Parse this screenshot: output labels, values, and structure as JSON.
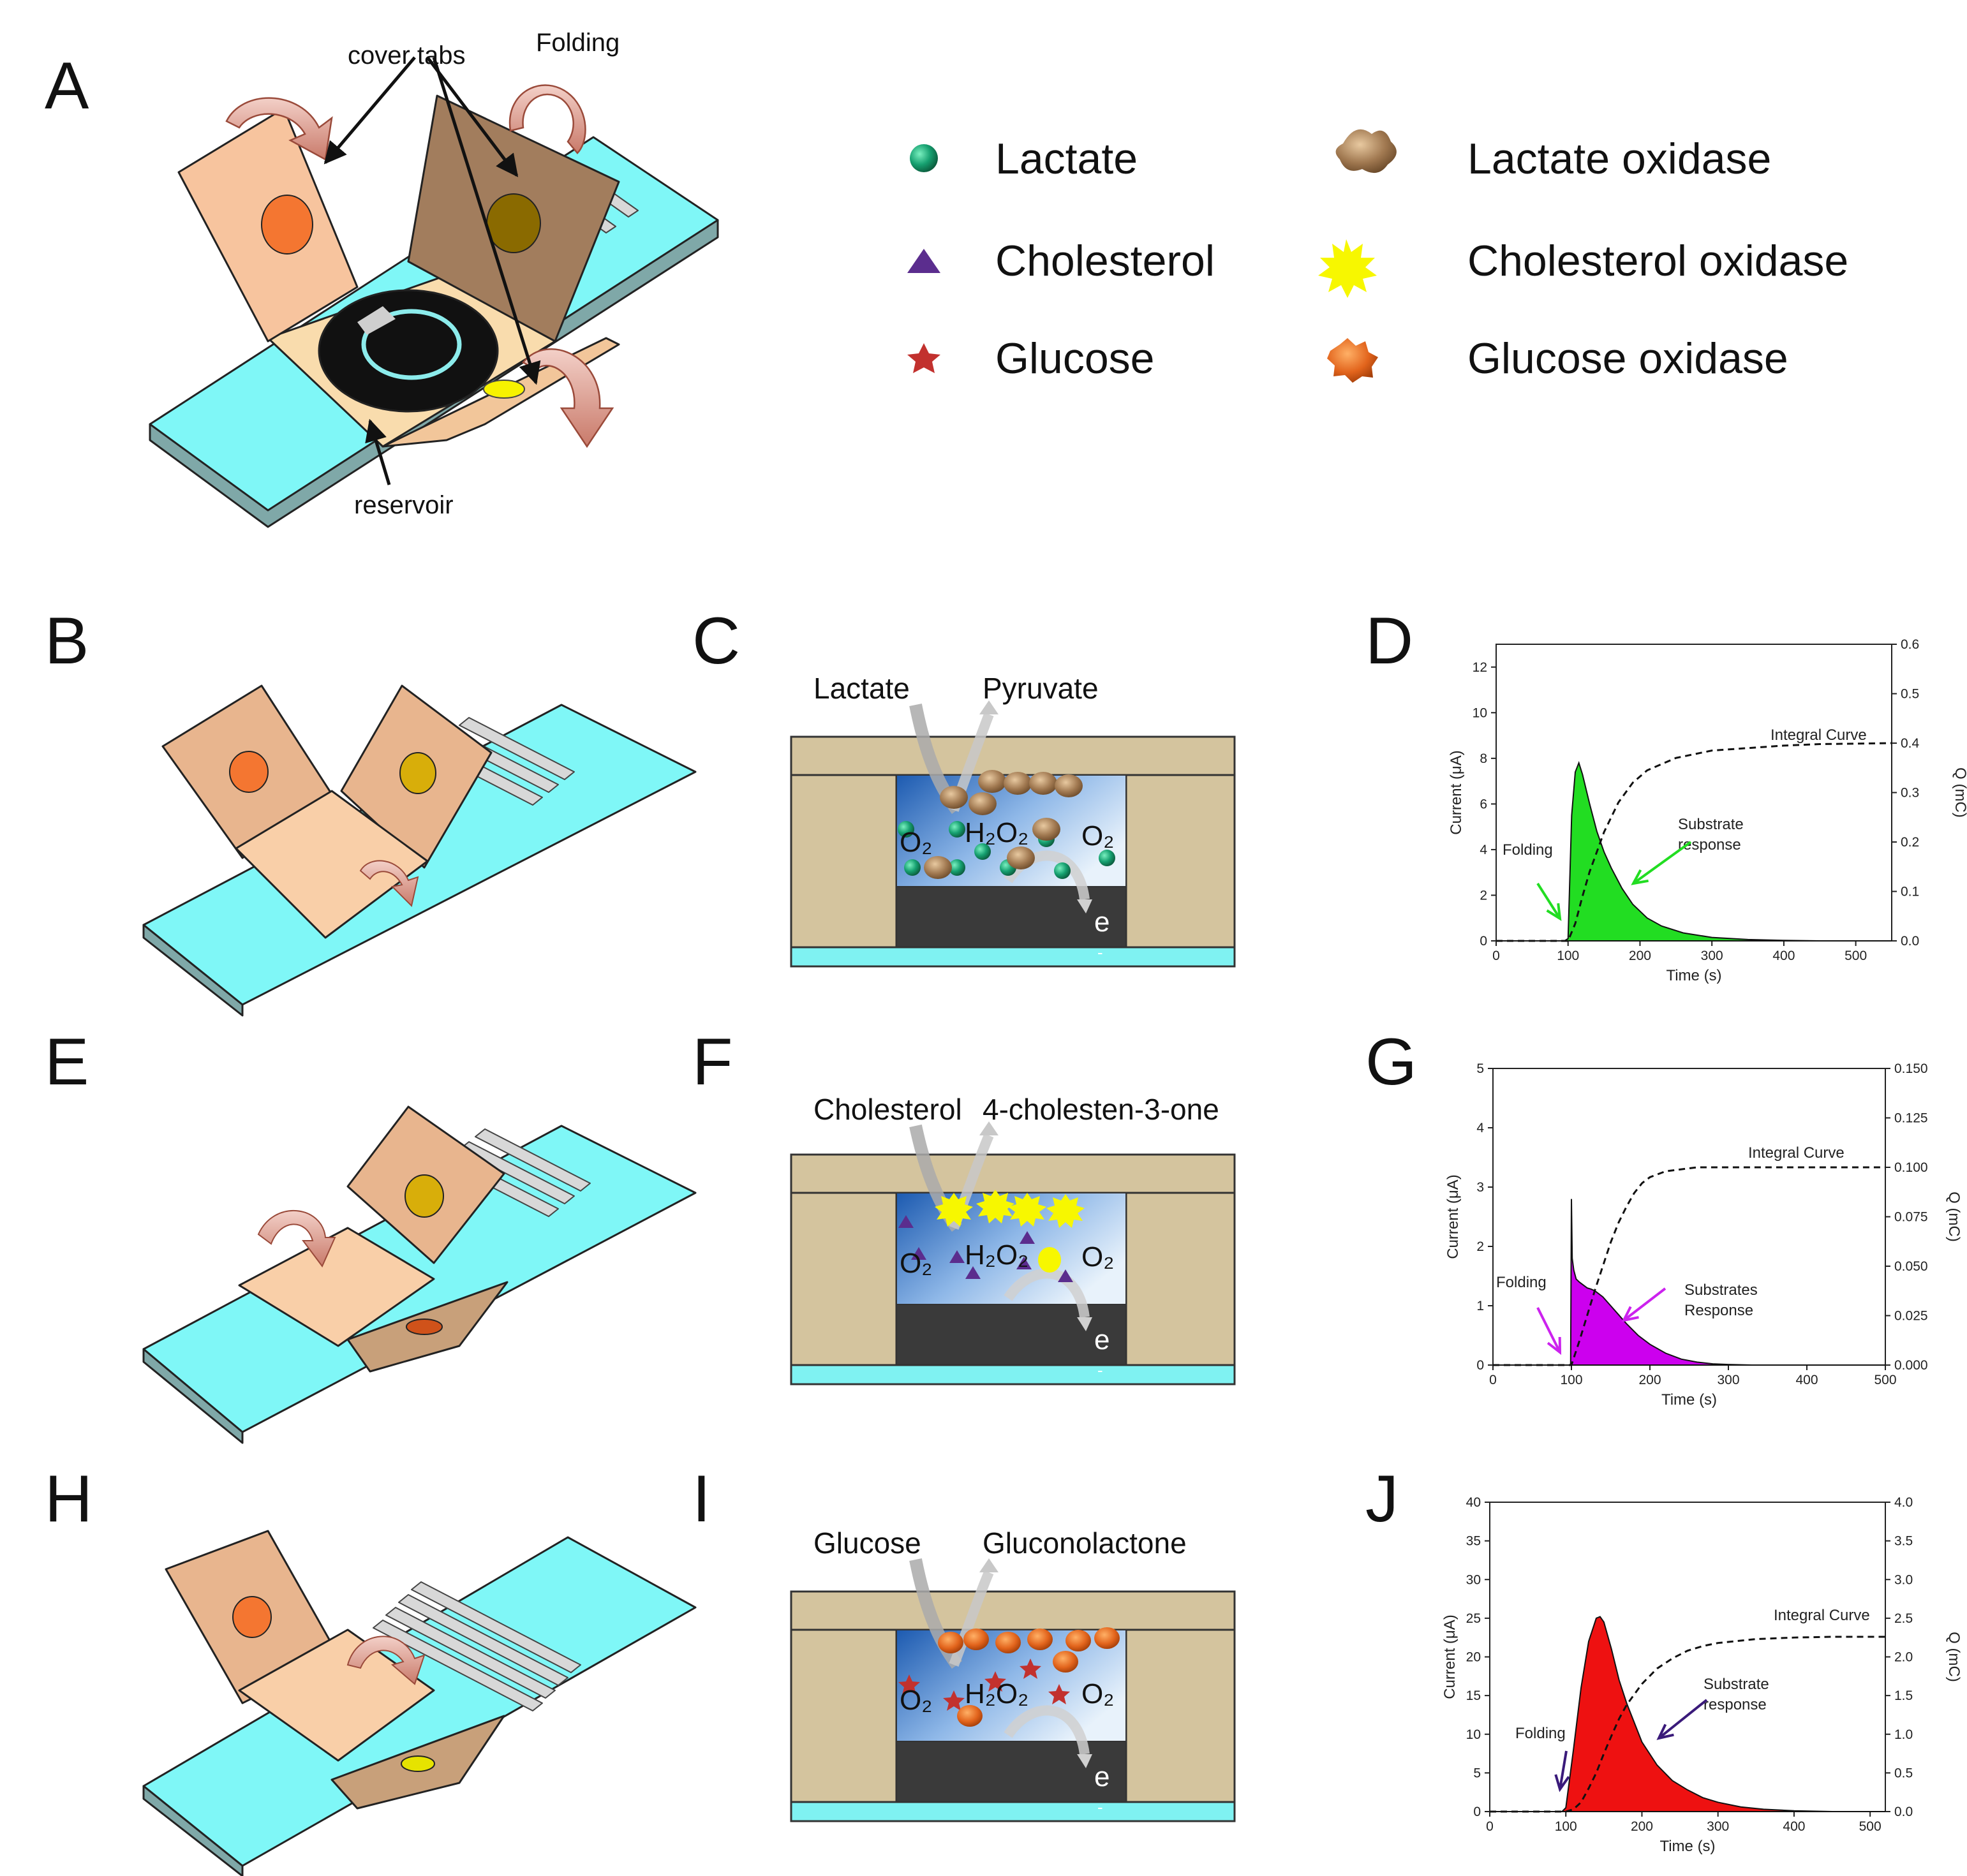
{
  "panel_labels": [
    "A",
    "B",
    "C",
    "D",
    "E",
    "F",
    "G",
    "H",
    "I",
    "J"
  ],
  "device_callouts": {
    "cover_tabs": "cover  tabs",
    "folding": "Folding",
    "reservoir": "reservoir"
  },
  "legend": [
    {
      "label": "Lactate",
      "icon": "green-sphere-icon",
      "color": "#1a9a6a"
    },
    {
      "label": "Cholesterol",
      "icon": "purple-triangle-icon",
      "color": "#5b2d8e"
    },
    {
      "label": "Glucose",
      "icon": "red-star-icon",
      "color": "#c2312e"
    },
    {
      "label": "Lactate oxidase",
      "icon": "brown-blob-icon",
      "color": "#a07850"
    },
    {
      "label": "Cholesterol oxidase",
      "icon": "yellow-burst-icon",
      "color": "#f7f700"
    },
    {
      "label": "Glucose oxidase",
      "icon": "orange-blob-icon",
      "color": "#e2641c"
    }
  ],
  "reactions": [
    {
      "substrate": "Lactate",
      "product": "Pyruvate",
      "o2_left": "O₂",
      "h2o2": "H₂O₂",
      "o2_right": "O₂",
      "electron": "e",
      "electron_sup": "-"
    },
    {
      "substrate": "Cholesterol",
      "product": "4-cholesten-3-one",
      "o2_left": "O₂",
      "h2o2": "H₂O₂",
      "o2_right": "O₂",
      "electron": "e",
      "electron_sup": "-"
    },
    {
      "substrate": "Glucose",
      "product": "Gluconolactone",
      "o2_left": "O₂",
      "h2o2": "H₂O₂",
      "o2_right": "O₂",
      "electron": "e",
      "electron_sup": "-"
    }
  ],
  "chart_data": [
    {
      "type": "area",
      "panel": "D",
      "xlabel": "Time (s)",
      "ylabel": "Current (μA)",
      "y2label": "Q (mC)",
      "xlim": [
        0,
        550
      ],
      "ylim": [
        0,
        13
      ],
      "y2lim": [
        0,
        0.6
      ],
      "xticks": [
        "0",
        "100",
        "200",
        "300",
        "400",
        "500"
      ],
      "yticks": [
        "0",
        "2",
        "4",
        "6",
        "8",
        "10",
        "12"
      ],
      "y2ticks": [
        "0.0",
        "0.1",
        "0.2",
        "0.3",
        "0.4",
        "0.5",
        "0.6"
      ],
      "fill_color": "#22dd22",
      "annotations": {
        "folding": "Folding",
        "response": [
          "Substrate",
          "response"
        ],
        "integral": "Integral Curve",
        "arrow_color": "#22dd22"
      },
      "series": [
        {
          "values": {
            "x": [
              0,
              95,
              100,
              105,
              110,
              115,
              120,
              130,
              140,
              150,
              160,
              175,
              190,
              210,
              230,
              260,
              300,
              350,
              400,
              450,
              550
            ],
            "y": [
              0,
              0,
              0.1,
              5.5,
              7.4,
              7.8,
              7.3,
              6.0,
              4.8,
              3.9,
              3.2,
              2.3,
              1.6,
              1.0,
              0.65,
              0.35,
              0.15,
              0.06,
              0.02,
              0,
              0
            ]
          }
        },
        {
          "axis": "y2",
          "values": {
            "x": [
              0,
              95,
              100,
              110,
              120,
              130,
              140,
              150,
              170,
              190,
              210,
              250,
              300,
              350,
              400,
              450,
              550
            ],
            "y": [
              0,
              0,
              0,
              0.035,
              0.09,
              0.14,
              0.18,
              0.22,
              0.28,
              0.32,
              0.345,
              0.37,
              0.385,
              0.39,
              0.395,
              0.398,
              0.4
            ]
          }
        }
      ]
    },
    {
      "type": "area",
      "panel": "G",
      "xlabel": "Time (s)",
      "ylabel": "Current (μA)",
      "y2label": "Q (mC)",
      "xlim": [
        0,
        500
      ],
      "ylim": [
        0,
        5
      ],
      "y2lim": [
        0,
        0.15
      ],
      "xticks": [
        "0",
        "100",
        "200",
        "300",
        "400",
        "500"
      ],
      "yticks": [
        "0",
        "1",
        "2",
        "3",
        "4",
        "5"
      ],
      "y2ticks": [
        "0.000",
        "0.025",
        "0.050",
        "0.075",
        "0.100",
        "0.125",
        "0.150"
      ],
      "fill_color": "#cc00ee",
      "annotations": {
        "folding": "Folding",
        "response": [
          "Substrates",
          "Response"
        ],
        "integral": "Integral Curve",
        "arrow_color": "#cc22ee"
      },
      "series": [
        {
          "values": {
            "x": [
              0,
              95,
              99,
              100,
              101,
              103,
              106,
              110,
              115,
              120,
              125,
              130,
              140,
              150,
              160,
              170,
              185,
              200,
              220,
              240,
              260,
              280,
              300,
              330,
              500
            ],
            "y": [
              0,
              0,
              0,
              2.8,
              1.8,
              1.6,
              1.45,
              1.4,
              1.35,
              1.3,
              1.28,
              1.25,
              1.15,
              1.0,
              0.85,
              0.7,
              0.5,
              0.35,
              0.2,
              0.1,
              0.05,
              0.02,
              0.01,
              0,
              0
            ]
          }
        },
        {
          "axis": "y2",
          "values": {
            "x": [
              0,
              95,
              100,
              110,
              120,
              130,
              140,
              150,
              160,
              170,
              180,
              190,
              200,
              220,
              240,
              260,
              300,
              350,
              400,
              500
            ],
            "y": [
              0,
              0,
              0,
              0.012,
              0.025,
              0.038,
              0.05,
              0.062,
              0.072,
              0.08,
              0.087,
              0.092,
              0.095,
              0.098,
              0.099,
              0.1,
              0.1,
              0.1,
              0.1,
              0.1
            ]
          }
        }
      ]
    },
    {
      "type": "area",
      "panel": "J",
      "xlabel": "Time (s)",
      "ylabel": "Current (μA)",
      "y2label": "Q (mC)",
      "xlim": [
        0,
        520
      ],
      "ylim": [
        0,
        40
      ],
      "y2lim": [
        0,
        4.0
      ],
      "xticks": [
        "0",
        "100",
        "200",
        "300",
        "400",
        "500"
      ],
      "yticks": [
        "0",
        "5",
        "10",
        "15",
        "20",
        "25",
        "30",
        "35",
        "40"
      ],
      "y2ticks": [
        "0.0",
        "0.5",
        "1.0",
        "1.5",
        "2.0",
        "2.5",
        "3.0",
        "3.5",
        "4.0"
      ],
      "fill_color": "#ee1111",
      "annotations": {
        "folding": "Folding",
        "response": [
          "Substrate",
          "response"
        ],
        "integral": "Integral Curve",
        "arrow_color": "#3a1a7a"
      },
      "series": [
        {
          "values": {
            "x": [
              0,
              95,
              100,
              110,
              120,
              130,
              140,
              145,
              150,
              160,
              170,
              180,
              200,
              220,
              240,
              260,
              280,
              300,
              330,
              360,
              400,
              450,
              520
            ],
            "y": [
              0,
              0,
              0.5,
              8,
              16,
              22,
              25,
              25.2,
              24.5,
              21,
              17,
              14,
              9,
              6,
              4,
              2.8,
              1.8,
              1.2,
              0.6,
              0.3,
              0.1,
              0,
              0
            ]
          }
        },
        {
          "axis": "y2",
          "values": {
            "x": [
              0,
              95,
              100,
              110,
              120,
              130,
              140,
              150,
              160,
              170,
              180,
              200,
              220,
              240,
              260,
              280,
              300,
              350,
              400,
              450,
              520
            ],
            "y": [
              0,
              0,
              0,
              0.03,
              0.12,
              0.3,
              0.5,
              0.75,
              0.98,
              1.2,
              1.38,
              1.65,
              1.85,
              1.98,
              2.08,
              2.14,
              2.18,
              2.23,
              2.25,
              2.26,
              2.26
            ]
          }
        }
      ]
    }
  ]
}
